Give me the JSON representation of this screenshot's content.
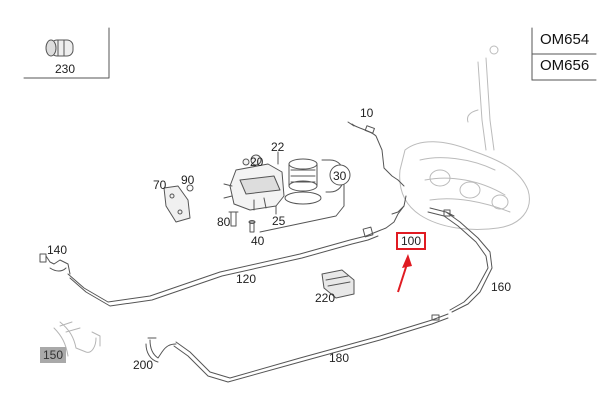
{
  "engine_codes": [
    "OM654",
    "OM656"
  ],
  "part_labels": {
    "p10": "10",
    "p20": "20",
    "p22": "22",
    "p25": "25",
    "p30": "30",
    "p40": "40",
    "p70": "70",
    "p80": "80",
    "p90": "90",
    "p100": "100",
    "p120": "120",
    "p140": "140",
    "p150": "150",
    "p160": "160",
    "p180": "180",
    "p200": "200",
    "p220": "220",
    "p230": "230"
  },
  "colors": {
    "line_art": "#555555",
    "highlight_box": "#e01b22",
    "pointer_arrow": "#e01b22",
    "highlight_fill": "#a9a9a9"
  },
  "highlighted_part": "100"
}
